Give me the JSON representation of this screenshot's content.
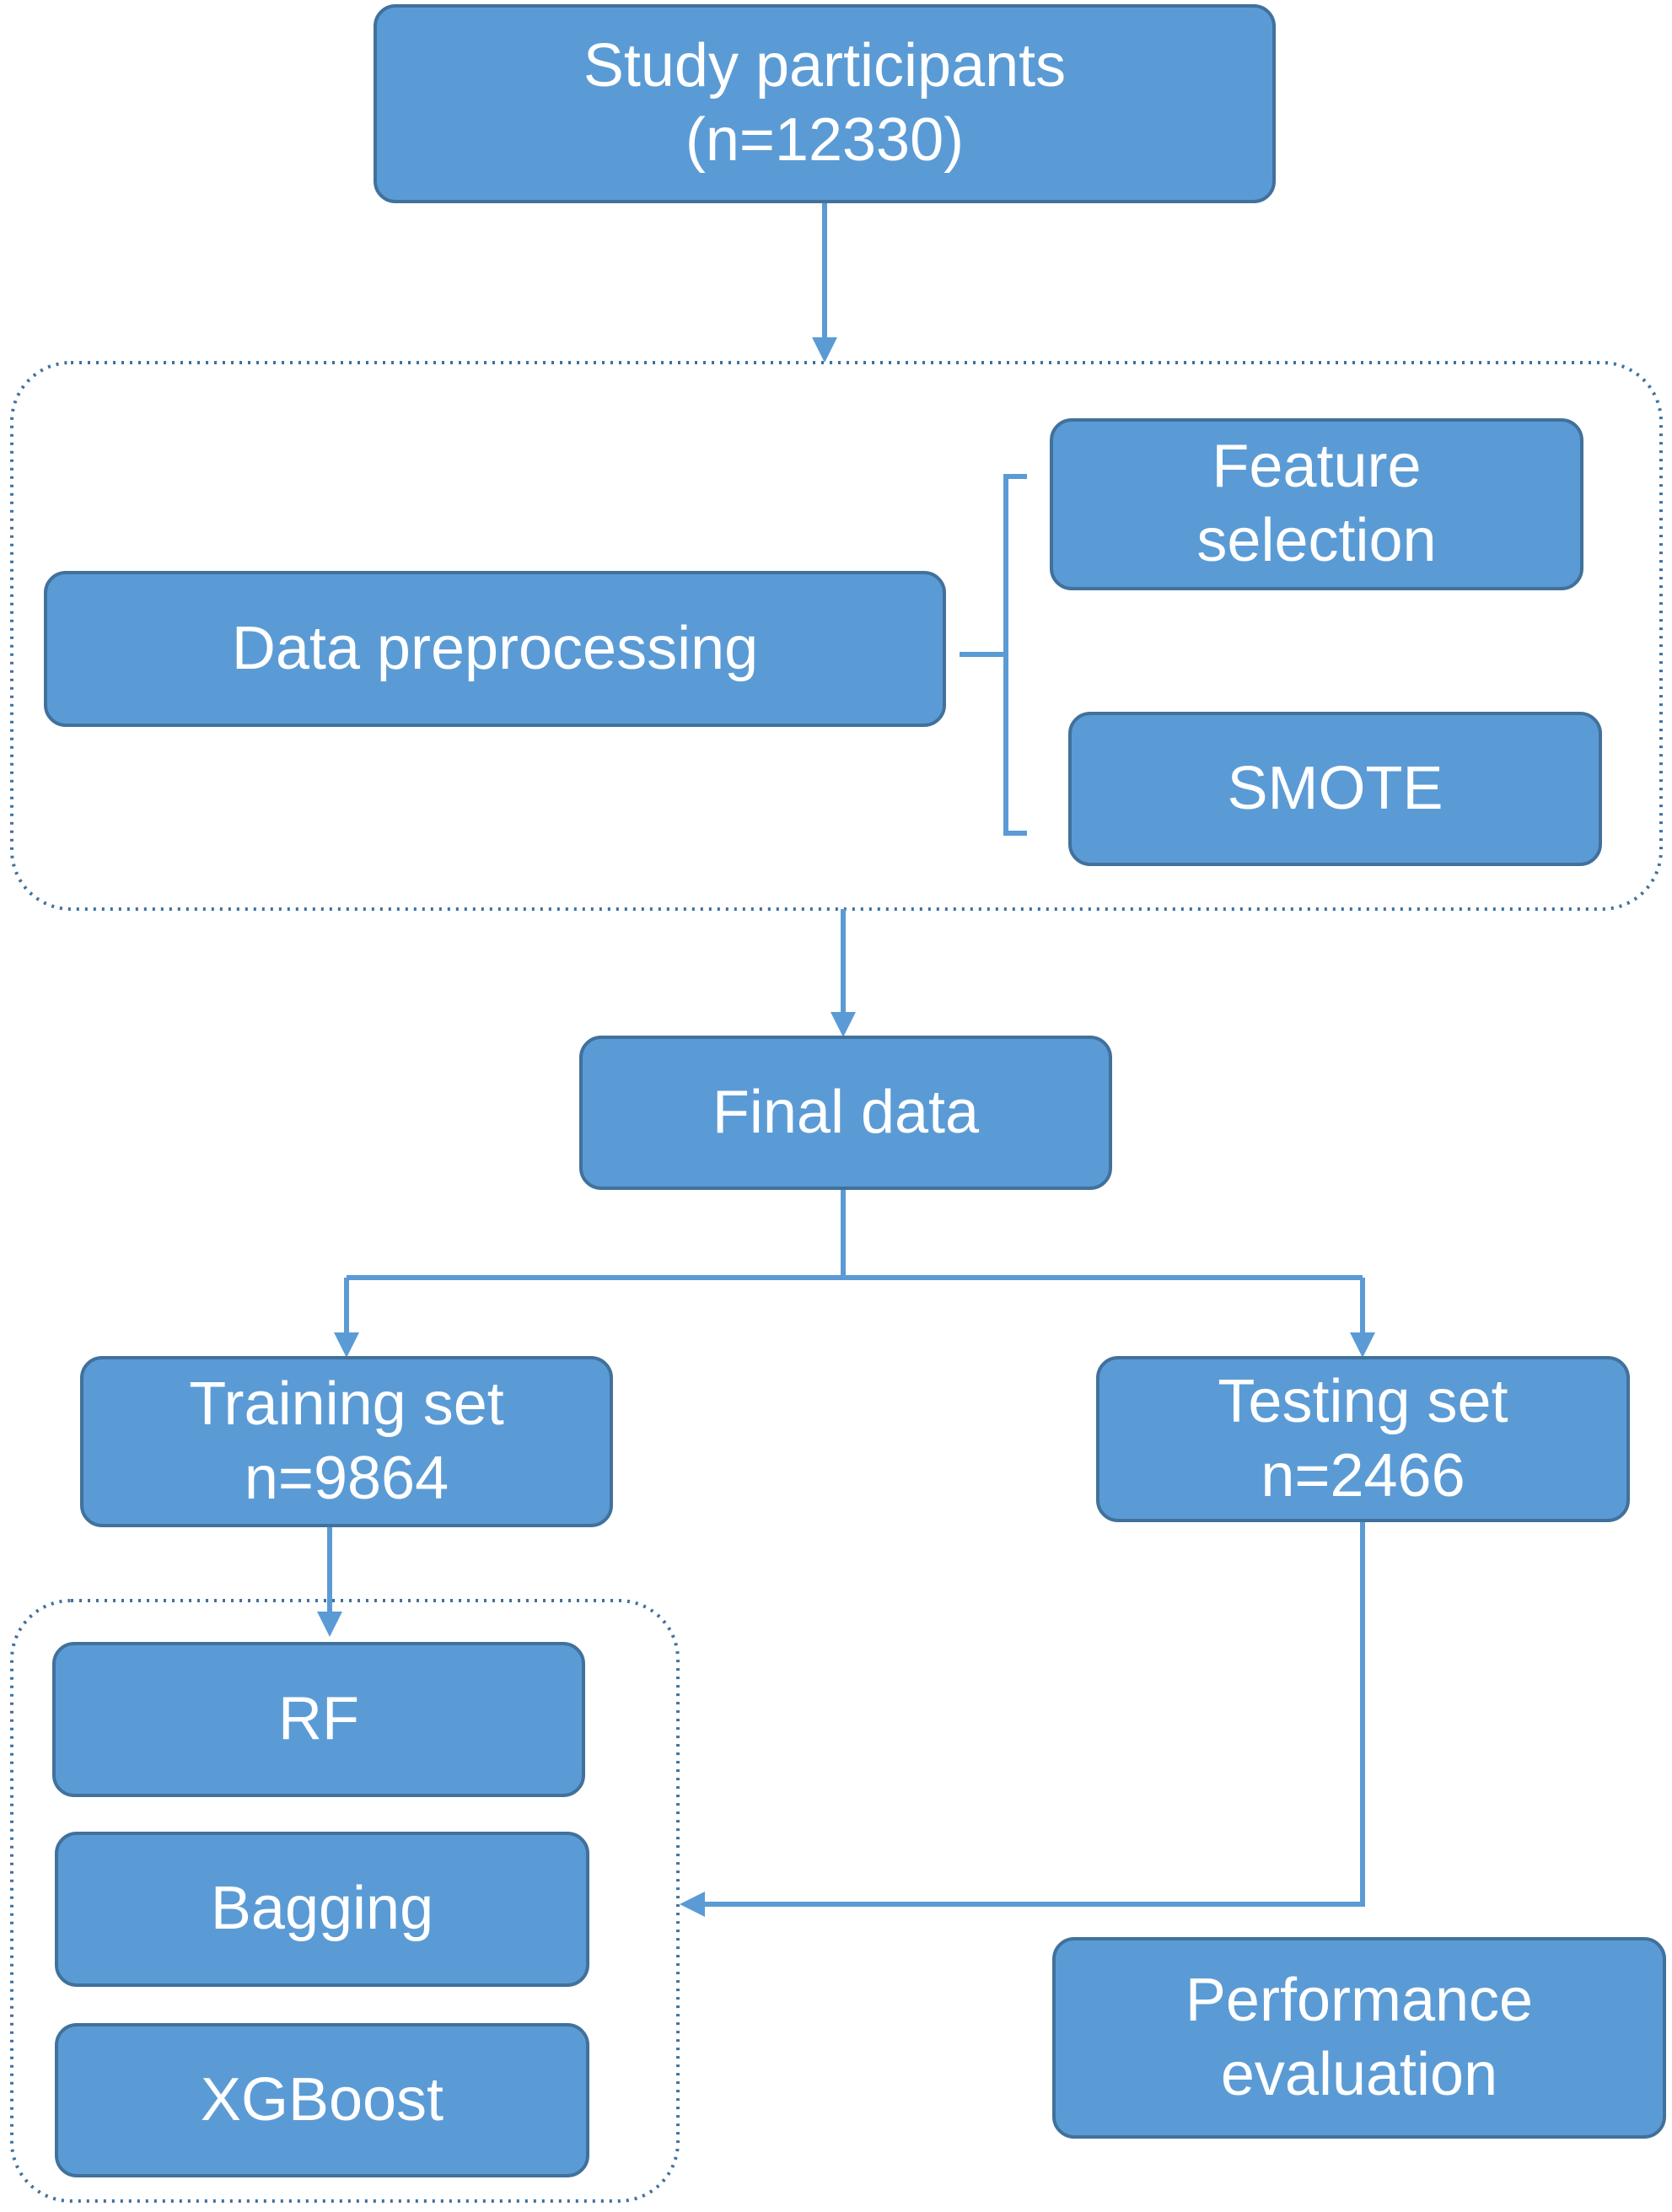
{
  "colors": {
    "box_fill": "#5b9bd5",
    "box_border": "#41719c",
    "connector": "#5b9bd5",
    "group_border": "#41719c"
  },
  "nodes": {
    "study_participants": {
      "line1": "Study participants",
      "line2": "(n=12330)"
    },
    "data_preprocessing": {
      "label": "Data preprocessing"
    },
    "feature_selection": {
      "line1": "Feature",
      "line2": "selection"
    },
    "smote": {
      "label": "SMOTE"
    },
    "final_data": {
      "label": "Final data"
    },
    "training_set": {
      "line1": "Training set",
      "line2": "n=9864"
    },
    "testing_set": {
      "line1": "Testing set",
      "line2": "n=2466"
    },
    "rf": {
      "label": "RF"
    },
    "bagging": {
      "label": "Bagging"
    },
    "xgboost": {
      "label": "XGBoost"
    },
    "performance_evaluation": {
      "line1": "Performance",
      "line2": "evaluation"
    }
  }
}
